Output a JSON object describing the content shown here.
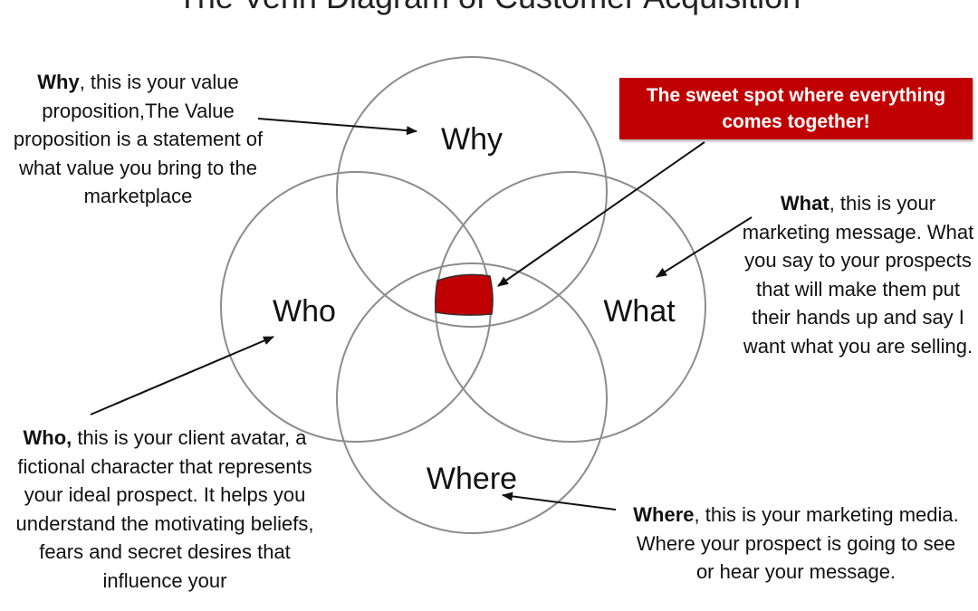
{
  "title": "The Venn Diagram of Customer Acquisition",
  "circles": {
    "why": "Why",
    "who": "Who",
    "what": "What",
    "where": "Where"
  },
  "sweet_spot": {
    "label": "The sweet spot where everything comes together!",
    "color": "#c00000"
  },
  "notes": {
    "why": {
      "term": "Why",
      "text": ", this is your value proposition,The Value proposition is a statement of what value you bring to the marketplace"
    },
    "what": {
      "term": "What",
      "text": ", this is your marketing message. What you say to your prospects that will make them put their hands up and say I want what you are selling."
    },
    "who": {
      "term": "Who,",
      "text": " this is your client avatar, a fictional character that represents your ideal prospect. It helps you understand the motivating beliefs, fears and secret desires that influence your"
    },
    "where": {
      "term": "Where",
      "text": ", this is your marketing media. Where your prospect is going to see or hear your message."
    }
  }
}
